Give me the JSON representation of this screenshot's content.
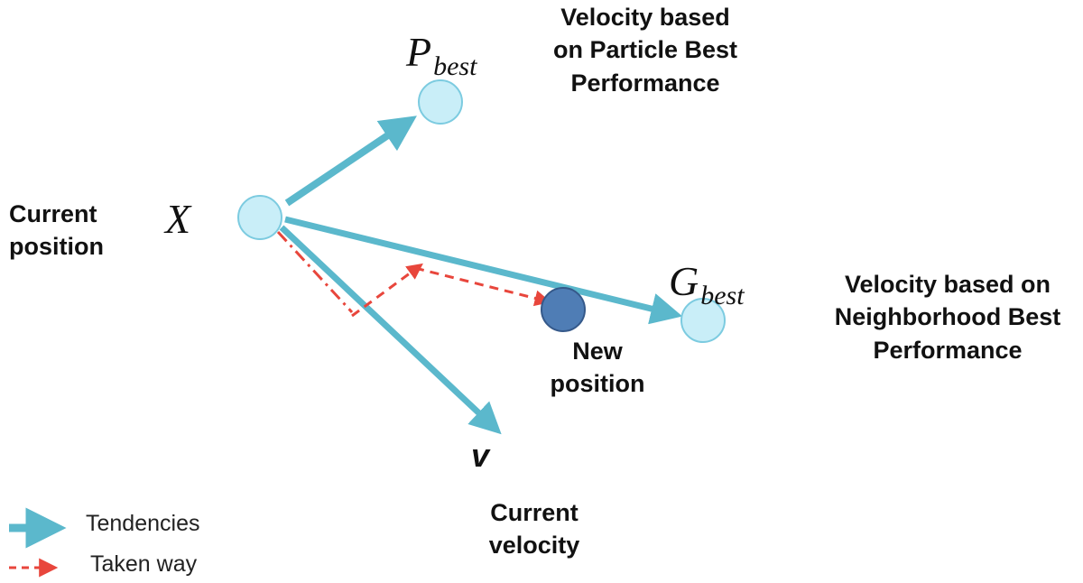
{
  "nodes": {
    "pbest": {
      "main": "P",
      "sub": "best"
    },
    "gbest": {
      "main": "G",
      "sub": "best"
    },
    "current": {
      "main": "X"
    },
    "velocity": {
      "main": "v"
    }
  },
  "labels": {
    "pbest_desc": "Velocity based\non Particle Best\nPerformance",
    "gbest_desc": "Velocity based on\nNeighborhood Best\nPerformance",
    "current_position": "Current\nposition",
    "new_position": "New\nposition",
    "current_velocity": "Current\nvelocity"
  },
  "legend": {
    "tendencies": "Tendencies",
    "taken_way": "Taken way"
  },
  "colors": {
    "tendency_arrow": "#5bb8cc",
    "taken_way": "#e8463c",
    "node_fill": "#c9eef8",
    "node_stroke": "#7ccbe0",
    "new_position_fill": "#4f7db5",
    "new_position_stroke": "#35598a"
  }
}
